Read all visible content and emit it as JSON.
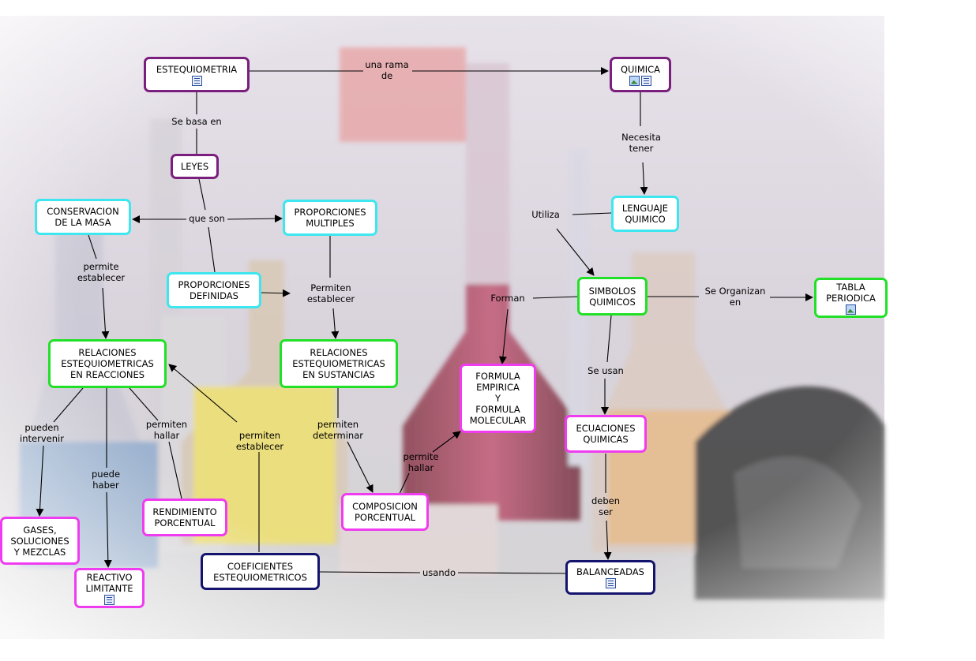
{
  "nodes": {
    "estequiometria": "ESTEQUIOMETRIA",
    "quimica": "QUIMICA",
    "leyes": "LEYES",
    "conservacion": "CONSERVACION\nDE LA MASA",
    "proporciones_multiples": "PROPORCIONES\nMULTIPLES",
    "proporciones_definidas": "PROPORCIONES\nDEFINIDAS",
    "lenguaje_quimico": "LENGUAJE\nQUIMICO",
    "simbolos_quimicos": "SIMBOLOS\nQUIMICOS",
    "tabla_periodica": "TABLA\nPERIODICA",
    "relaciones_reacciones": "RELACIONES\nESTEQUIOMETRICAS\nEN REACCIONES",
    "relaciones_sustancias": "RELACIONES\nESTEQUIOMETRICAS\nEN SUSTANCIAS",
    "formula": "FORMULA\nEMPIRICA\nY\nFORMULA\nMOLECULAR",
    "ecuaciones_quimicas": "ECUACIONES\nQUIMICAS",
    "gases": "GASES,\nSOLUCIONES\nY MEZCLAS",
    "rendimiento": "RENDIMIENTO\nPORCENTUAL",
    "composicion": "COMPOSICION\nPORCENTUAL",
    "reactivo_limitante": "REACTIVO\nLIMITANTE",
    "coeficientes": "COEFICIENTES\nESTEQUIOMETRICOS",
    "balanceadas": "BALANCEADAS"
  },
  "links": {
    "una_rama_de": "una rama\nde",
    "se_basa_en": "Se basa en",
    "necesita_tener": "Necesita\ntener",
    "que_son": "que son",
    "utiliza": "Utiliza",
    "permite_establecer": "permite\nestablecer",
    "permiten_establecer_1": "Permiten\nestablecer",
    "forman": "Forman",
    "se_organizan_en": "Se Organizan\nen",
    "se_usan": "Se usan",
    "pueden_intervenir": "pueden\nintervenir",
    "permiten_hallar": "permiten\nhallar",
    "permiten_establecer_2": "permiten\nestablecer",
    "permiten_determinar": "permiten\ndeterminar",
    "permite_hallar": "permite\nhallar",
    "puede_haber": "puede\nhaber",
    "deben_ser": "deben\nser",
    "usando": "usando"
  },
  "icons": {
    "estequiometria": [
      "document-icon"
    ],
    "quimica": [
      "image-icon",
      "document-icon"
    ],
    "tabla_periodica": [
      "image-icon"
    ],
    "reactivo_limitante": [
      "document-icon"
    ],
    "balanceadas": [
      "document-icon"
    ]
  },
  "colors": {
    "purple": "#7a1f7e",
    "cyan": "#3ee6f0",
    "green": "#22e028",
    "magenta": "#f03cf0",
    "navy": "#14146e",
    "line": "#000000"
  }
}
